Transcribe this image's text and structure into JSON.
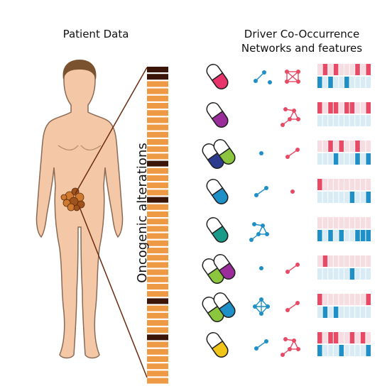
{
  "titles": {
    "patient": "Patient Data",
    "networks_line1": "Driver Co-Occurrence",
    "networks_line2": "Networks and features",
    "alterations": "Oncogenic alterations"
  },
  "colors": {
    "skin": "#f4c8a6",
    "skin_outline": "#8a6a54",
    "hair": "#7a5230",
    "bar_dark": "#3a1508",
    "bar_orange": "#ee9a45",
    "red": "#e84a66",
    "blue": "#1f8fc7",
    "light_red": "#f7dce2",
    "light_blue": "#d9ecf6",
    "green": "#8cc63e",
    "purple": "#9b2d9a",
    "teal": "#1a9a88",
    "yellow": "#f0c419",
    "navy": "#2b3c8f"
  },
  "alteration_bar": {
    "dark_indices": [
      0,
      1,
      13,
      18,
      32,
      37
    ]
  },
  "rows": [
    {
      "pill_colors": [
        "#e8336b"
      ],
      "net_blue": "dots-line",
      "net_red": "square-full",
      "features": {
        "top": [
          0,
          1,
          0,
          1,
          0,
          0,
          0,
          1,
          0,
          1
        ],
        "bottom": [
          1,
          0,
          1,
          0,
          0,
          1,
          0,
          0,
          0,
          0
        ]
      }
    },
    {
      "pill_colors": [
        "#9b2d9a"
      ],
      "net_blue": "none",
      "net_red": "triangle-tail",
      "features": {
        "top": [
          1,
          0,
          1,
          1,
          0,
          1,
          1,
          0,
          0,
          1
        ],
        "bottom": [
          0,
          0,
          0,
          0,
          0,
          0,
          0,
          0,
          0,
          0
        ]
      }
    },
    {
      "pill_colors": [
        "#2b3c8f",
        "#8cc63e"
      ],
      "net_blue": "single",
      "net_red": "pair",
      "features": {
        "top": [
          0,
          0,
          1,
          0,
          1,
          0,
          0,
          1,
          0,
          0
        ],
        "bottom": [
          0,
          0,
          0,
          1,
          0,
          0,
          0,
          1,
          0,
          1
        ]
      }
    },
    {
      "pill_colors": [
        "#1f8fc7"
      ],
      "net_blue": "pair",
      "net_red": "single",
      "features": {
        "top": [
          1,
          0,
          0,
          0,
          0,
          0,
          0,
          0,
          0,
          0
        ],
        "bottom": [
          0,
          0,
          0,
          0,
          0,
          0,
          1,
          0,
          0,
          1
        ]
      }
    },
    {
      "pill_colors": [
        "#1a9a88"
      ],
      "net_blue": "triangle-tail",
      "net_red": "none",
      "features": {
        "top": [
          0,
          0,
          0,
          0,
          0,
          0,
          0,
          0,
          0,
          0
        ],
        "bottom": [
          1,
          0,
          1,
          0,
          1,
          0,
          0,
          1,
          1,
          1
        ]
      }
    },
    {
      "pill_colors": [
        "#8cc63e",
        "#9b2d9a"
      ],
      "net_blue": "single",
      "net_red": "pair",
      "features": {
        "top": [
          0,
          1,
          0,
          0,
          0,
          0,
          0,
          0,
          0,
          0
        ],
        "bottom": [
          0,
          0,
          0,
          0,
          0,
          0,
          1,
          0,
          0,
          0
        ]
      }
    },
    {
      "pill_colors": [
        "#8cc63e",
        "#1f8fc7"
      ],
      "net_blue": "diamond",
      "net_red": "pair",
      "features": {
        "top": [
          1,
          0,
          0,
          0,
          0,
          0,
          0,
          0,
          0,
          1
        ],
        "bottom": [
          0,
          1,
          0,
          1,
          0,
          0,
          0,
          0,
          0,
          0
        ]
      }
    },
    {
      "pill_colors": [
        "#f0c419"
      ],
      "net_blue": "pair",
      "net_red": "triangle-tail",
      "features": {
        "top": [
          1,
          0,
          1,
          1,
          0,
          0,
          1,
          0,
          1,
          0
        ],
        "bottom": [
          1,
          0,
          0,
          0,
          1,
          0,
          0,
          0,
          0,
          1
        ]
      }
    }
  ]
}
